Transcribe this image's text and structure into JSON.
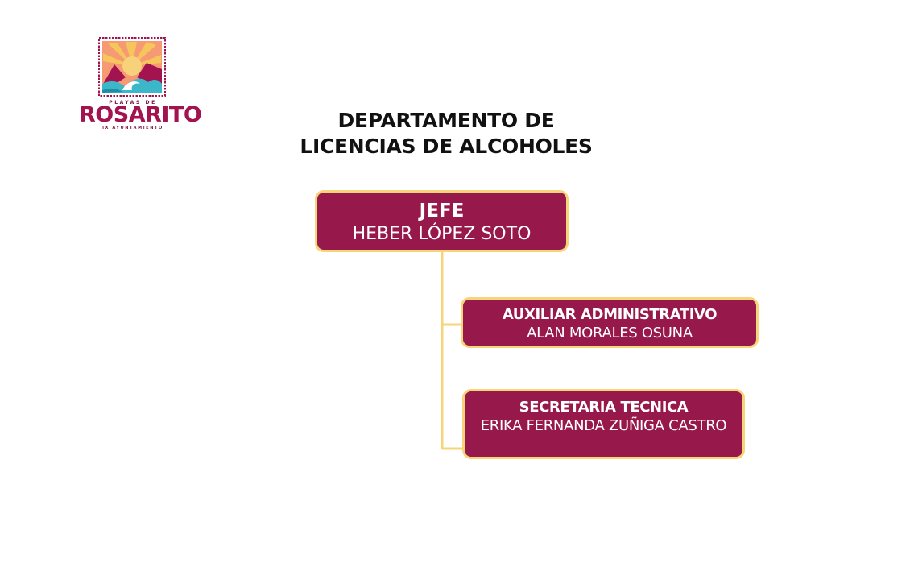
{
  "logo": {
    "top_text": "PLAYAS DE",
    "name": "ROSARITO",
    "bottom_text": "IX AYUNTAMIENTO"
  },
  "title": {
    "line1": "DEPARTAMENTO DE",
    "line2": "LICENCIAS DE ALCOHOLES"
  },
  "org": {
    "head": {
      "role": "JEFE",
      "name": "HEBER LÓPEZ SOTO"
    },
    "reports": [
      {
        "role": "AUXILIAR ADMINISTRATIVO",
        "name": "ALAN MORALES OSUNA"
      },
      {
        "role": "SECRETARIA TECNICA",
        "name": "ERIKA FERNANDA ZUÑIGA CASTRO"
      }
    ]
  },
  "colors": {
    "node_fill": "#97194b",
    "node_border": "#f6d47a",
    "connector": "#f6d47a",
    "logo_text": "#a3134f"
  }
}
